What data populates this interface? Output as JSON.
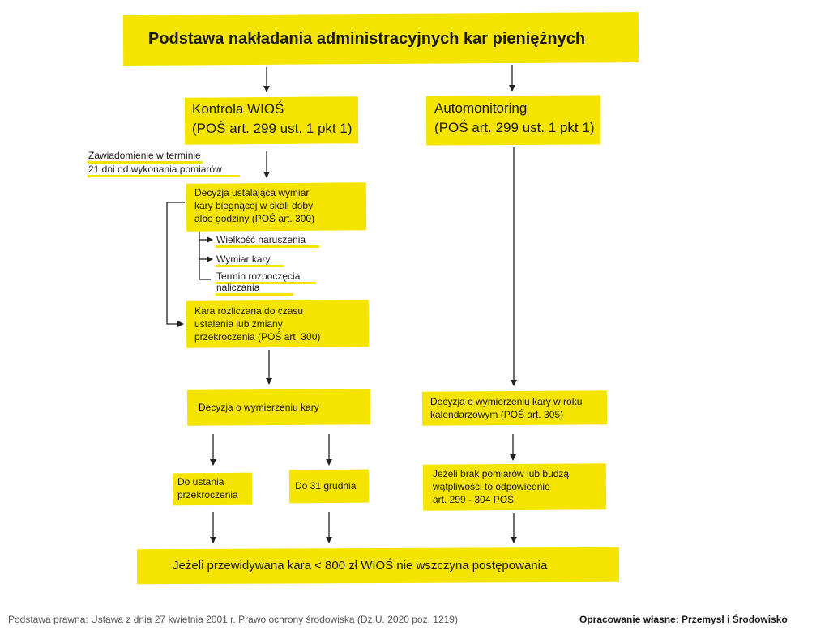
{
  "title": "Podstawa nakładania administracyjnych kar pieniężnych",
  "left": {
    "header_line1": "Kontrola WIOŚ",
    "header_line2": "(POŚ art. 299 ust. 1 pkt 1)",
    "notice_line1": "Zawiadomienie w terminie",
    "notice_line2": "21 dni od wykonania pomiarów",
    "decision_line1": "Decyzja ustalająca wymiar",
    "decision_line2": "kary biegnącej w skali doby",
    "decision_line3": "albo godziny (POŚ art. 300)",
    "items": [
      "Wielkość naruszenia",
      "Wymiar kary",
      "Termin rozpoczęcia",
      "naliczania"
    ],
    "calc_line1": "Kara rozliczana do czasu",
    "calc_line2": "ustalenia lub zmiany",
    "calc_line3": "przekroczenia (POŚ art. 300)",
    "final_decision": "Decyzja o wymierzeniu kary",
    "until_line1": "Do ustania",
    "until_line2": "przekroczenia",
    "dec31": "Do 31 grudnia"
  },
  "right": {
    "header_line1": "Automonitoring",
    "header_line2": "(POŚ art. 299 ust. 1 pkt 1)",
    "decision_line1": "Decyzja o wymierzeniu kary w roku",
    "decision_line2": "kalendarzowym (POŚ art. 305)",
    "missing_line1": "Jeżeli brak pomiarów lub budzą",
    "missing_line2": "wątpliwości to odpowiednio",
    "missing_line3": "art. 299 - 304 POŚ"
  },
  "bottom": "Jeżeli przewidywana kara < 800 zł WIOŚ nie wszczyna postępowania",
  "footer_left": "Podstawa prawna: Ustawa z dnia 27 kwietnia 2001 r. Prawo ochrony środowiska (Dz.U. 2020 poz. 1219)",
  "footer_right": "Opracowanie własne: Przemysł i Środowisko"
}
